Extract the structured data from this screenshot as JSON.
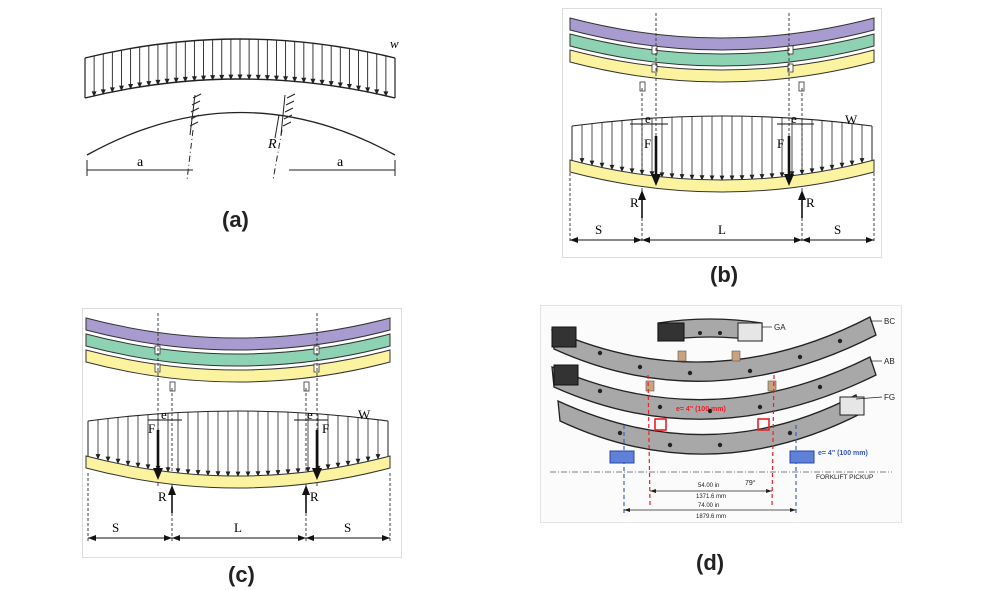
{
  "panel_a": {
    "caption": "(a)",
    "labels": {
      "w": "w",
      "r": "R",
      "a_left": "a",
      "a_right": "a"
    }
  },
  "panel_b": {
    "caption": "(b)",
    "labels": {
      "e_left": "e",
      "e_right": "e",
      "f_left": "F",
      "f_right": "F",
      "w": "W",
      "r_left": "R",
      "r_right": "R",
      "s_left": "S",
      "l": "L",
      "s_right": "S"
    }
  },
  "panel_c": {
    "caption": "(c)",
    "labels": {
      "e_left": "e",
      "e_right": "e",
      "f_left": "F",
      "f_right": "F",
      "w": "W",
      "r_left": "R",
      "r_right": "R",
      "s_left": "S",
      "l": "L",
      "s_right": "S"
    }
  },
  "panel_d": {
    "caption": "(d)",
    "labels": {
      "ga": "GA",
      "bc": "BC",
      "ab": "AB",
      "fg": "FG",
      "e_red": "e= 4\" (100 mm)",
      "e_blue": "e= 4\" (100 mm)",
      "forklift": "FORKLIFT PICKUP",
      "angle": "79°",
      "dim1_in": "54.00 in",
      "dim1_mm": "1371.6 mm",
      "dim2_in": "74.00 in",
      "dim2_mm": "1879.6 mm"
    }
  },
  "colors": {
    "purple": "#a79bd0",
    "green": "#8ed2b4",
    "yellow": "#fbf3a0",
    "steel": "#9a9a9a",
    "red": "#e8202a",
    "blue": "#3355c8"
  }
}
